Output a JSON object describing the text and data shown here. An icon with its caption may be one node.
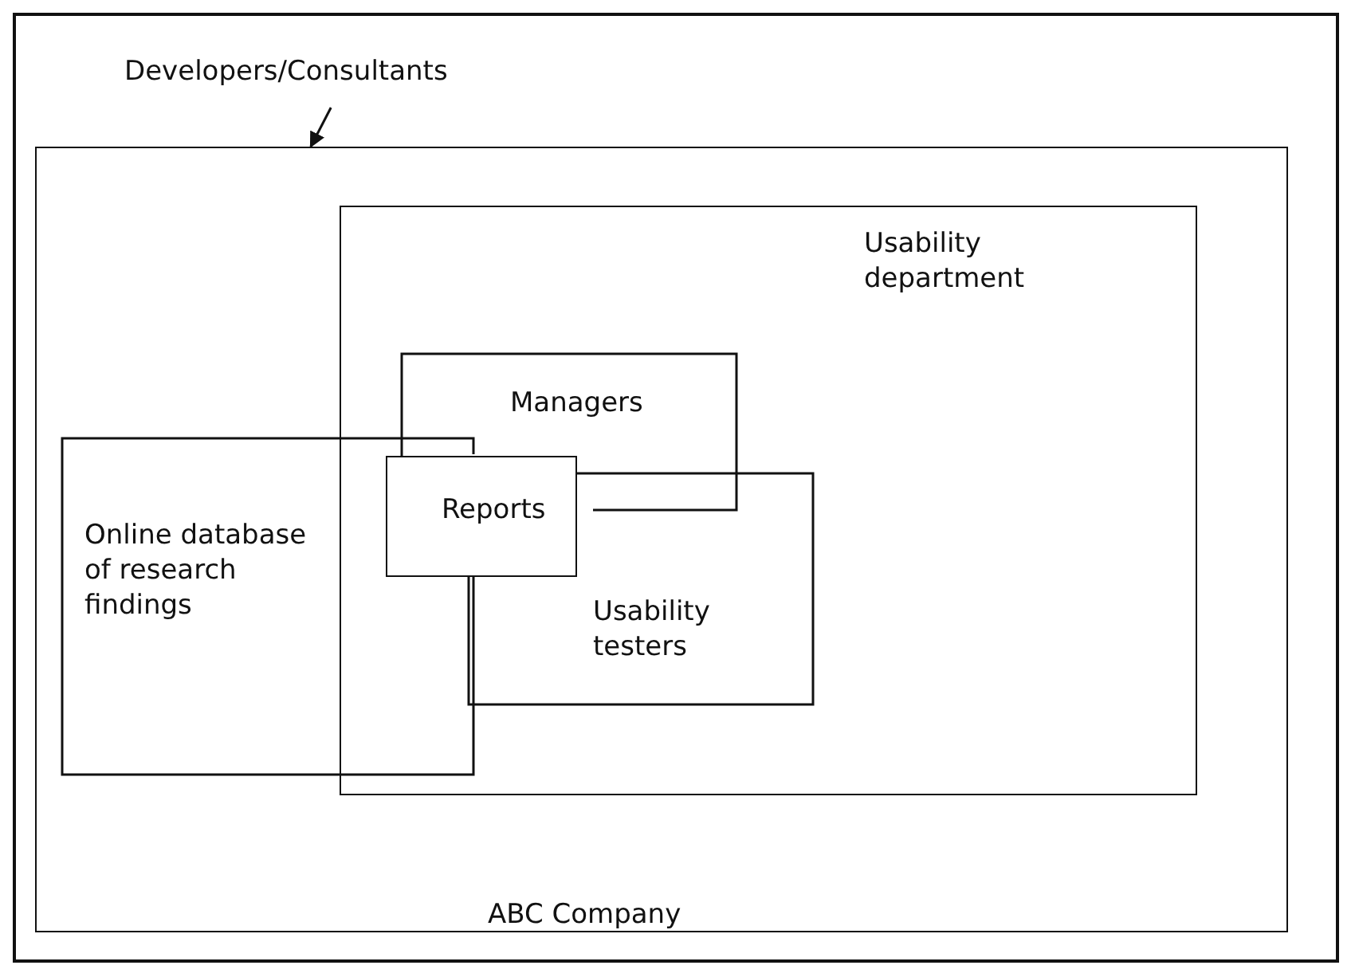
{
  "diagram": {
    "nodes": [
      {
        "text": [
          "ABC Company"
        ]
      },
      {
        "text": [
          "Usability department"
        ],
        "in": 0
      },
      {
        "text": [
          "Managers"
        ],
        "in": 1
      },
      {
        "text": [
          "Usability testers"
        ],
        "in": 1
      },
      {
        "text": [
          "Reports"
        ],
        "in": 1
      },
      {
        "text": [
          "Online database of research findings"
        ],
        "in": 0
      },
      {
        "text": [
          "Developers/Consultants"
        ]
      }
    ],
    "edges": [
      {
        "from": 6,
        "to": 0,
        "arrow": "to"
      }
    ]
  }
}
